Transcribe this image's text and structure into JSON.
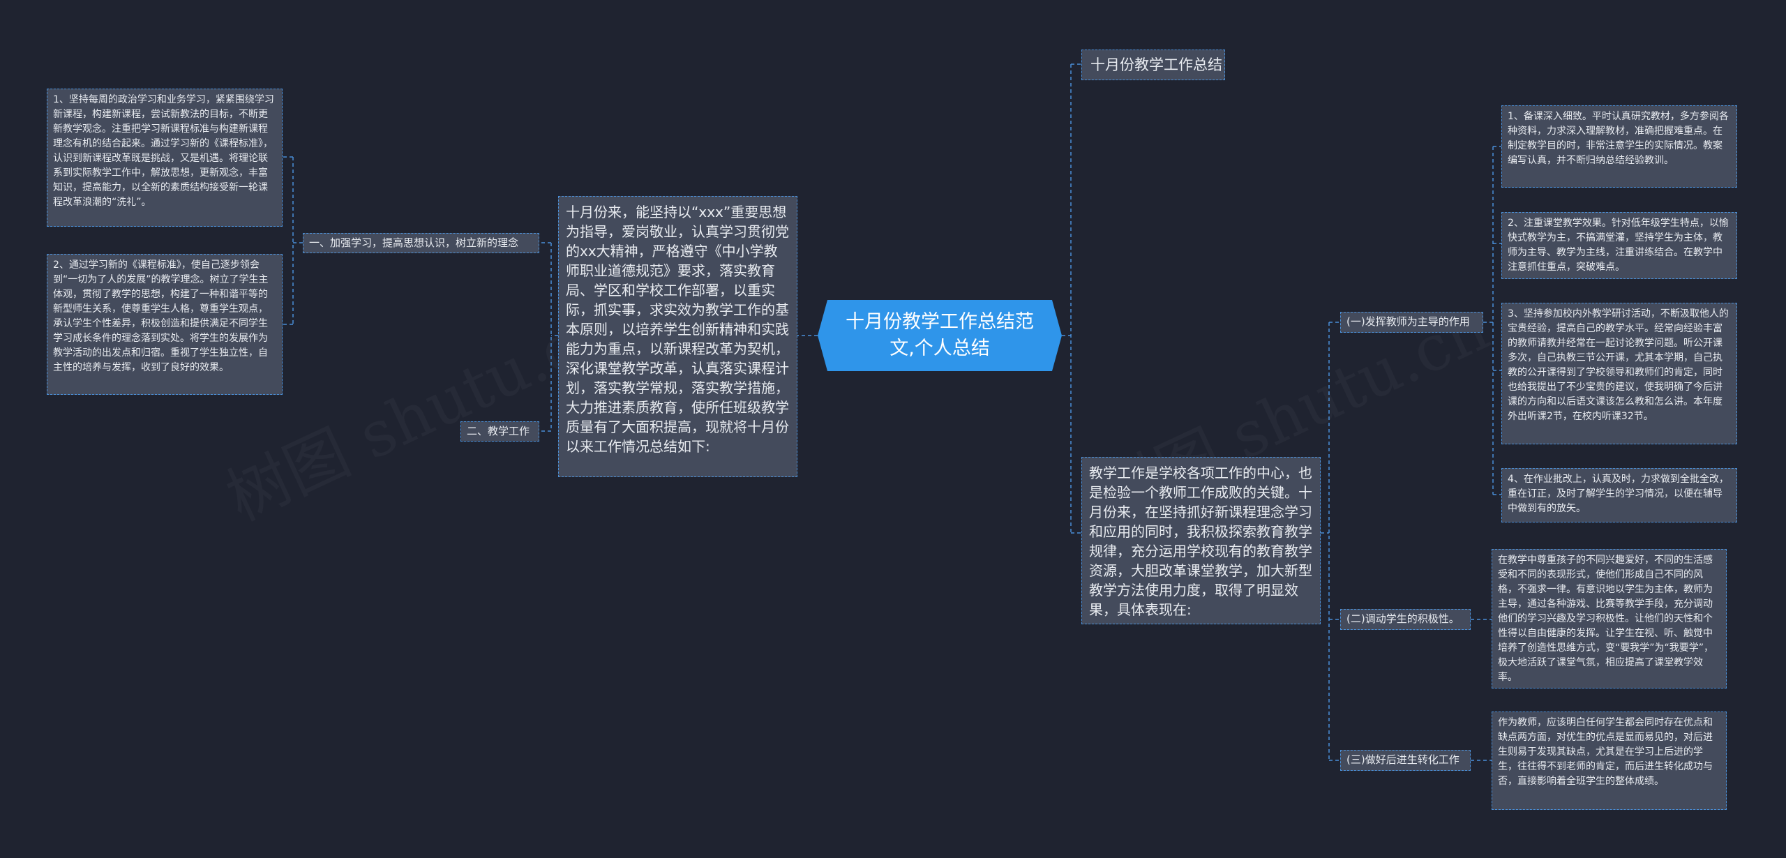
{
  "root": {
    "title": "十月份教学工作总结范文,个人总结"
  },
  "left": {
    "intro": "十月份来，能坚持以“xxx”重要思想为指导，爱岗敬业，认真学习贯彻党的xx大精神，严格遵守《中小学教师职业道德规范》要求，落实教育局、学区和学校工作部署，以重实际，抓实事，求实效为教学工作的基本原则，以培养学生创新精神和实践能力为重点，以新课程改革为契机，深化课堂教学改革，认真落实课程计划，落实教学常规，落实教学措施，大力推进素质教育，使所任班级教学质量有了大面积提高，现就将十月份以来工作情况总结如下:",
    "branch1": {
      "label": "一、加强学习，提高思想认识，树立新的理念",
      "items": [
        "1、坚持每周的政治学习和业务学习，紧紧围绕学习新课程，构建新课程，尝试新教法的目标，不断更新教学观念。注重把学习新课程标准与构建新课程理念有机的结合起来。通过学习新的《课程标准》，认识到新课程改革既是挑战，又是机遇。将理论联系到实际教学工作中，解放思想，更新观念，丰富知识，提高能力，以全新的素质结构接受新一轮课程改革浪潮的“洗礼”。",
        "2、通过学习新的《课程标准》，使自己逐步领会到“一切为了人的发展”的教学理念。树立了学生主体观，贯彻了教学的思想，构建了一种和谐平等的新型师生关系，使尊重学生人格，尊重学生观点，承认学生个性差异，积极创造和提供满足不同学生学习成长条件的理念落到实处。将学生的发展作为教学活动的出发点和归宿。重视了学生独立性，自主性的培养与发挥，收到了良好的效果。"
      ]
    },
    "branch2": {
      "label": "二、教学工作"
    }
  },
  "right": {
    "title_node": "十月份教学工作总结",
    "intro": "教学工作是学校各项工作的中心，也是检验一个教师工作成败的关键。十月份来，在坚持抓好新课程理念学习和应用的同时，我积极探索教育教学规律，充分运用学校现有的教育教学资源，大胆改革课堂教学，加大新型教学方法使用力度，取得了明显效果，具体表现在:",
    "sub1": {
      "label": "(一)发挥教师为主导的作用",
      "items": [
        "1、备课深入细致。平时认真研究教材，多方参阅各种资料，力求深入理解教材，准确把握难重点。在制定教学目的时，非常注意学生的实际情况。教案编写认真，并不断归纳总结经验教训。",
        "2、注重课堂教学效果。针对低年级学生特点，以愉快式教学为主，不搞满堂灌，坚持学生为主体，教师为主导、教学为主线，注重讲练结合。在教学中注意抓住重点，突破难点。",
        "3、坚持参加校内外教学研讨活动，不断汲取他人的宝贵经验，提高自己的教学水平。经常向经验丰富的教师请教并经常在一起讨论教学问题。听公开课多次，自己执教三节公开课，尤其本学期，自己执教的公开课得到了学校领导和教师们的肯定，同时也给我提出了不少宝贵的建议，使我明确了今后讲课的方向和以后语文课该怎么教和怎么讲。本年度外出听课2节，在校内听课32节。",
        "4、在作业批改上，认真及时，力求做到全批全改，重在订正，及时了解学生的学习情况，以便在辅导中做到有的放矢。"
      ]
    },
    "sub2": {
      "label": "(二)调动学生的积极性。",
      "text": "在教学中尊重孩子的不同兴趣爱好，不同的生活感受和不同的表现形式，使他们形成自己不同的风格，不强求一律。有意识地以学生为主体，教师为主导，通过各种游戏、比赛等教学手段，充分调动他们的学习兴趣及学习积极性。让他们的天性和个性得以自由健康的发挥。让学生在视、听、触觉中培养了创造性思维方式，变“要我学”为“我要学”，极大地活跃了课堂气氛，相应提高了课堂教学效率。"
    },
    "sub3": {
      "label": "(三)做好后进生转化工作",
      "text": "作为教师，应该明白任何学生都会同时存在优点和缺点两方面，对优生的优点是显而易见的，对后进生则易于发现其缺点，尤其是在学习上后进的学生，往往得不到老师的肯定，而后进生转化成功与否，直接影响着全班学生的整体成绩。"
    }
  },
  "watermark": "树图 shutu.cn",
  "colors": {
    "background": "#1f2330",
    "node_bg": "#444b5c",
    "line": "#4a90d9",
    "root": "#2f95ea"
  }
}
